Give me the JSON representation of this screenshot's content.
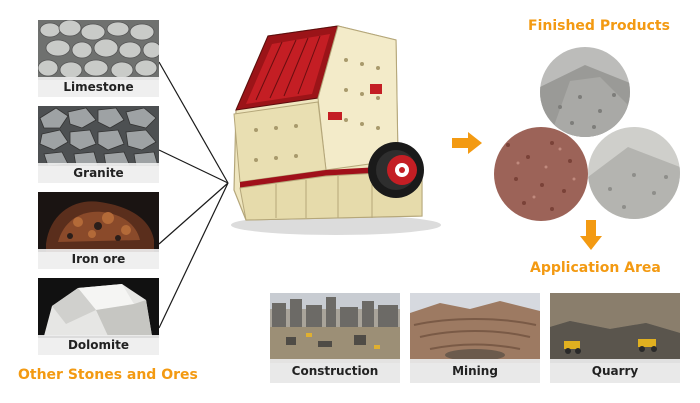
{
  "raw_materials": [
    {
      "label": "Limestone"
    },
    {
      "label": "Granite"
    },
    {
      "label": "Iron ore"
    },
    {
      "label": "Dolomite"
    }
  ],
  "other_label": "Other Stones and Ores",
  "finished_label": "Finished Products",
  "application_label": "Application Area",
  "applications": [
    {
      "label": "Construction"
    },
    {
      "label": "Mining"
    },
    {
      "label": "Quarry"
    }
  ],
  "colors": {
    "accent": "#f39a12",
    "machine_body": "#efe6bf",
    "machine_red": "#a0101a"
  }
}
